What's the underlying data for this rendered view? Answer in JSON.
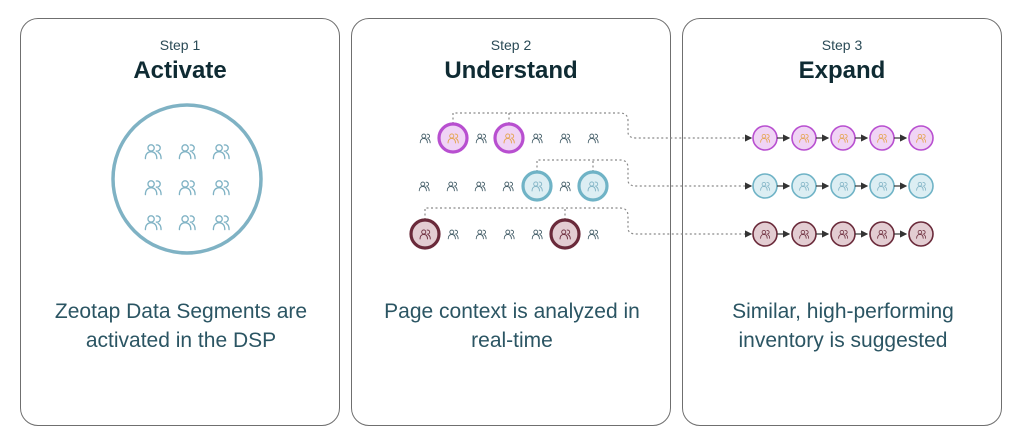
{
  "steps": [
    {
      "step_label": "Step 1",
      "title": "Activate",
      "description": "Zeotap Data Segments are activated in the DSP"
    },
    {
      "step_label": "Step 2",
      "title": "Understand",
      "description": "Page context is analyzed in real-time"
    },
    {
      "step_label": "Step 3",
      "title": "Expand",
      "description": "Similar, high-performing inventory is suggested"
    }
  ],
  "icons": {
    "audience": "people-icon",
    "audience_highlight": "people-circle-icon"
  },
  "colors": {
    "card_border": "#6f6f6f",
    "title": "#0f2b33",
    "text": "#2b5563",
    "people_teal": "#7fb2c4",
    "people_dark": "#3a5560",
    "purple_ring": "#b84fd0",
    "purple_fill": "#f0d4f5",
    "blue_ring": "#6fb3c6",
    "blue_fill": "#dceef3",
    "maroon_ring": "#6a2a3a",
    "maroon_fill": "#e3cdd2",
    "orange_icon": "#e4a34a",
    "connector": "#8a8a8a"
  }
}
